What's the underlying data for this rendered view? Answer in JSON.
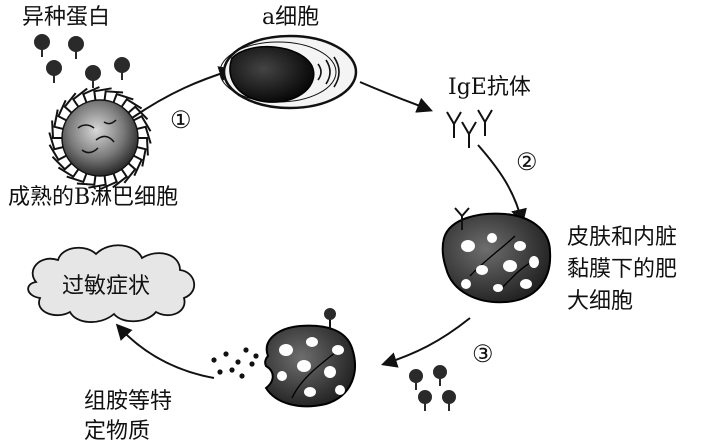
{
  "labels": {
    "foreign_protein": "异种蛋白",
    "mature_b_cell": "成熟的B淋巴细胞",
    "cell_a": "a细胞",
    "ige_antibody": "IgE抗体",
    "mast_cell_line1": "皮肤和内脏",
    "mast_cell_line2": "黏膜下的肥",
    "mast_cell_line3": "大细胞",
    "allergy_symptom": "过敏症状",
    "substance_line1": "组胺等特",
    "substance_line2": "定物质"
  },
  "steps": {
    "step1": "①",
    "step2": "②",
    "step3": "③"
  }
}
